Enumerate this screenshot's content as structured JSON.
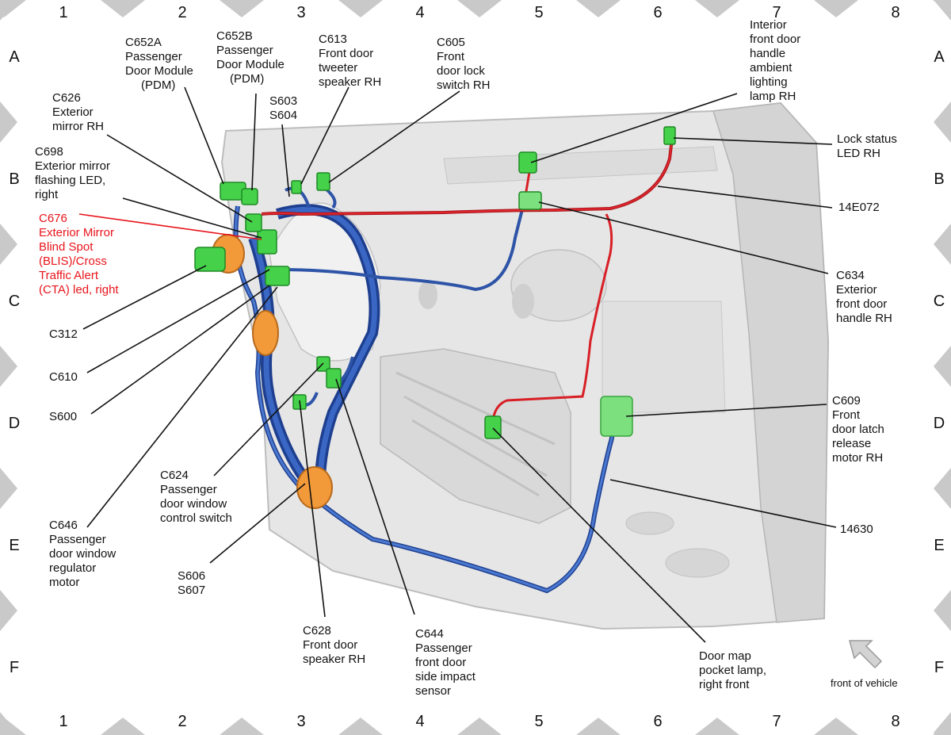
{
  "grid": {
    "columns": [
      "1",
      "2",
      "3",
      "4",
      "5",
      "6",
      "7",
      "8"
    ],
    "rows": [
      "A",
      "B",
      "C",
      "D",
      "E",
      "F"
    ]
  },
  "labels": {
    "c652a": [
      "C652A",
      "Passenger",
      "Door Module",
      "(PDM)"
    ],
    "c652b": [
      "C652B",
      "Passenger",
      "Door Module",
      "(PDM)"
    ],
    "c613": [
      "C613",
      "Front door",
      "tweeter",
      "speaker RH"
    ],
    "c605": [
      "C605",
      "Front",
      "door lock",
      "switch RH"
    ],
    "interior_lamp": [
      "Interior",
      "front door",
      "handle",
      "ambient",
      "lighting",
      "lamp RH"
    ],
    "c626": [
      "C626",
      "Exterior",
      "mirror RH"
    ],
    "s603_s604": [
      "S603",
      "S604"
    ],
    "c698": [
      "C698",
      "Exterior mirror",
      "flashing LED,",
      "right"
    ],
    "c676": [
      "C676",
      "Exterior Mirror",
      "Blind Spot",
      "(BLIS)/Cross",
      "Traffic Alert",
      "(CTA) led, right"
    ],
    "lock_status": [
      "Lock status",
      "LED RH"
    ],
    "harness_14e072": [
      "14E072"
    ],
    "c634": [
      "C634",
      "Exterior",
      "front door",
      "handle RH"
    ],
    "c312": [
      "C312"
    ],
    "c610": [
      "C610"
    ],
    "s600": [
      "S600"
    ],
    "c609": [
      "C609",
      "Front",
      "door latch",
      "release",
      "motor RH"
    ],
    "c624": [
      "C624",
      "Passenger",
      "door window",
      "control switch"
    ],
    "c646": [
      "C646",
      "Passenger",
      "door window",
      "regulator",
      "motor"
    ],
    "harness_14630": [
      "14630"
    ],
    "s606_s607": [
      "S606",
      "S607"
    ],
    "c628": [
      "C628",
      "Front door",
      "speaker RH"
    ],
    "c644": [
      "C644",
      "Passenger",
      "front door",
      "side impact",
      "sensor"
    ],
    "map_lamp": [
      "Door map",
      "pocket lamp,",
      "right front"
    ]
  },
  "legend": {
    "front_of_vehicle": "front of vehicle"
  },
  "colors": {
    "door_panel": "#e6e6e6",
    "harness_red": "#d81f26",
    "harness_blue": "#2e54a8",
    "connector_green": "#45d14a",
    "grommet_orange": "#f29a3a",
    "highlight_label": "#e8141b",
    "border_triangle": "#c9c9c9"
  }
}
